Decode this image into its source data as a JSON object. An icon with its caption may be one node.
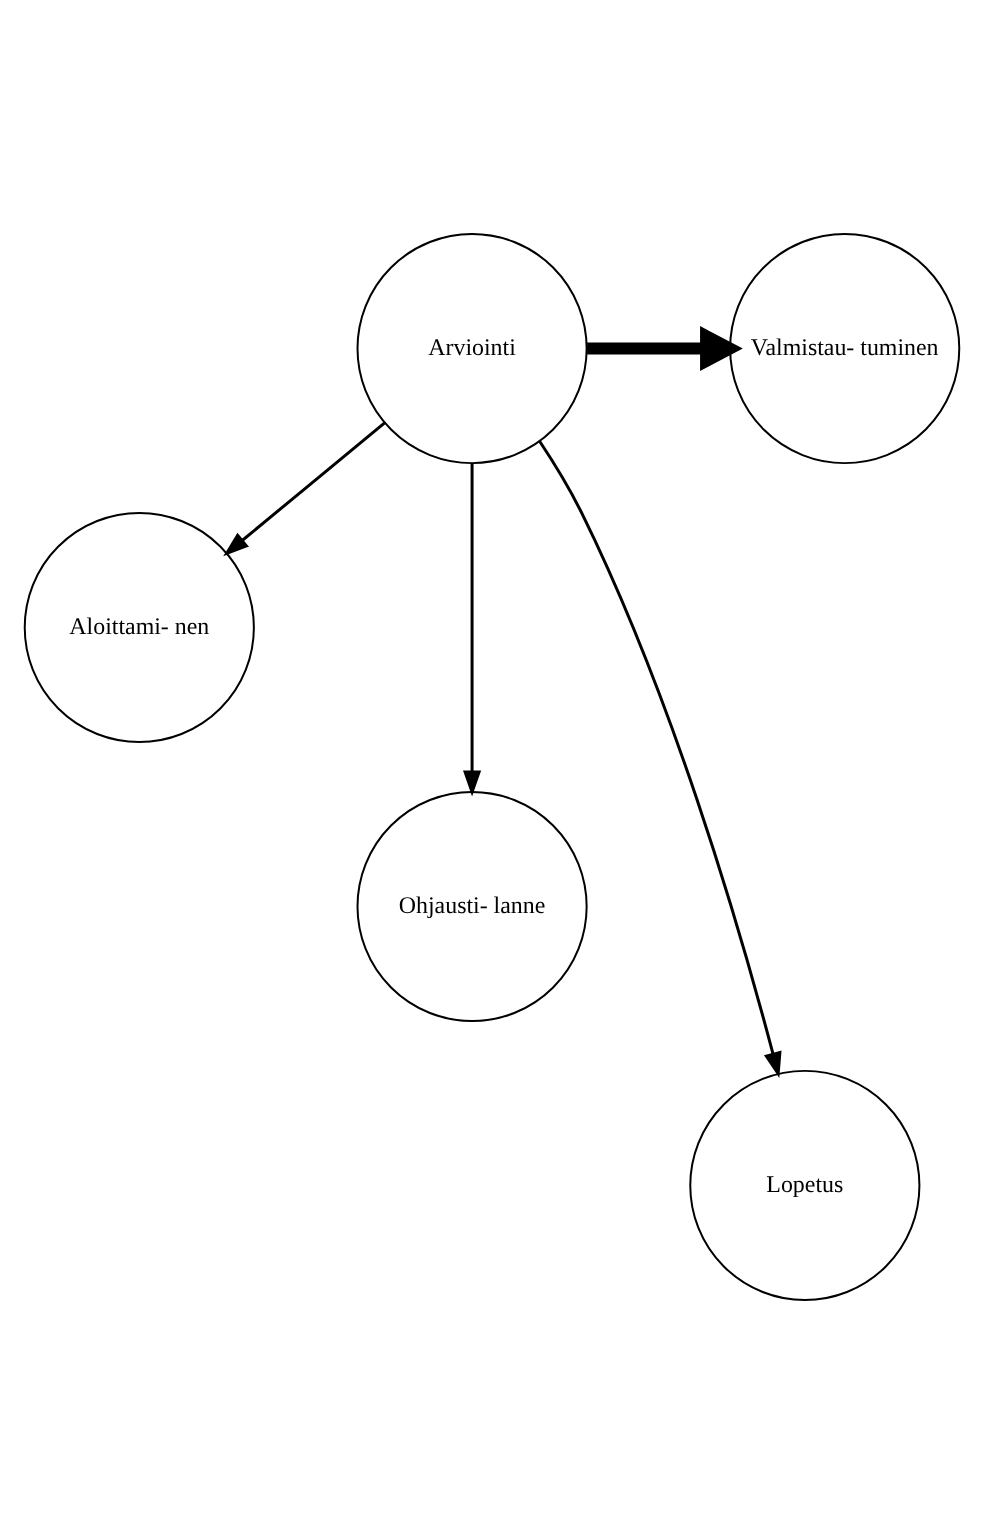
{
  "diagram": {
    "nodes": [
      {
        "text": [
          "Valmistau- tuminen"
        ]
      },
      {
        "text": [
          "Arviointi"
        ]
      },
      {
        "text": [
          "Aloittami- nen"
        ]
      },
      {
        "text": [
          "Ohjausti- lanne"
        ]
      },
      {
        "text": [
          "Lopetus"
        ]
      }
    ],
    "edges": [
      {
        "from": 1,
        "to": 0,
        "arrow": "to",
        "style": "thick"
      },
      {
        "from": 1,
        "to": 2,
        "arrow": "to"
      },
      {
        "from": 1,
        "to": 3,
        "arrow": "to"
      },
      {
        "from": 1,
        "to": 4,
        "arrow": "to"
      }
    ]
  }
}
